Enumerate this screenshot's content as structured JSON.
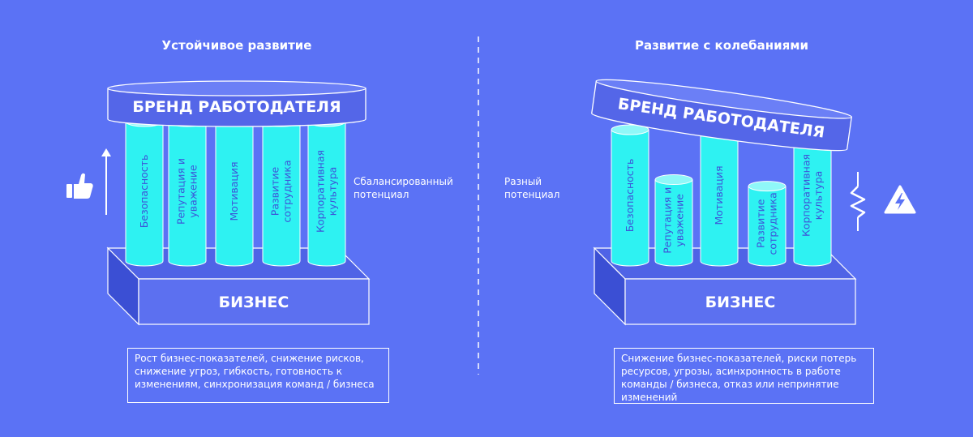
{
  "colors": {
    "background": "#5b72f5",
    "pillar": "#2ef2f2",
    "brand_band": "#5466e8",
    "base_front": "#5c70f0",
    "base_top": "#4f63e6",
    "base_side": "#3b4fd4",
    "line": "#ffffff"
  },
  "left": {
    "title": "Устойчивое развитие",
    "brand": "БРЕНД РАБОТОДАТЕЛЯ",
    "base": "БИЗНЕС",
    "pillars": [
      {
        "label": "Безопасность"
      },
      {
        "label": "Репутация и\nуважение"
      },
      {
        "label": "Мотивация"
      },
      {
        "label": "Развитие\nсотрудника"
      },
      {
        "label": "Корпоративная\nкультура"
      }
    ],
    "side_note": "Сбалансированный\nпотенциал",
    "left_icons": [
      "thumbs-up-icon",
      "arrow-up-icon"
    ],
    "summary": "Рост бизнес-показателей, снижение рисков, снижение угроз, гибкость, готовность к изменениям, синхронизация команд / бизнеса"
  },
  "right": {
    "title": "Развитие с колебаниями",
    "brand": "БРЕНД РАБОТОДАТЕЛЯ",
    "base": "БИЗНЕС",
    "pillars": [
      {
        "label": "Безопасность",
        "level": 1.0
      },
      {
        "label": "Репутация и\nуважение",
        "level": 0.62
      },
      {
        "label": "Мотивация",
        "level": 1.0
      },
      {
        "label": "Развитие\nсотрудника",
        "level": 0.57
      },
      {
        "label": "Корпоративная\nкультура",
        "level": 1.0
      }
    ],
    "side_note": "Разный\nпотенциал",
    "right_icons": [
      "zigzag-oscillation-icon",
      "lightning-warning-icon"
    ],
    "summary": "Снижение бизнес-показателей, риски потерь ресурсов, угрозы, асинхронность   в работе команды / бизнеса, отказ или непринятие изменений"
  }
}
